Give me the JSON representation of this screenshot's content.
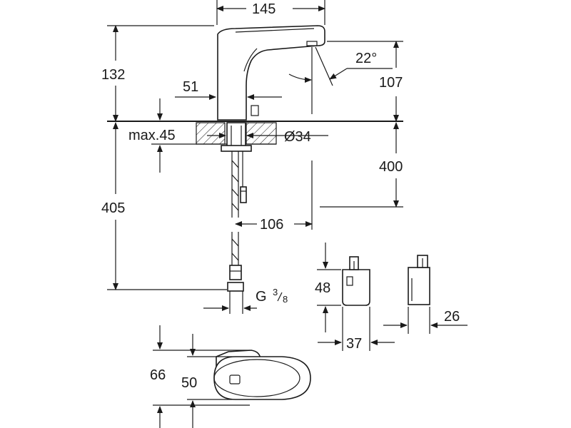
{
  "dimensions": {
    "width_top": "145",
    "height_total": "132",
    "spout_height": "107",
    "angle": "22°",
    "base_offset": "51",
    "max_thickness": "max.45",
    "hole_diameter": "Ø34",
    "hose_length_400": "400",
    "hose_length_405": "405",
    "offset_106": "106",
    "thread_main": "G",
    "thread_sup": "3",
    "thread_sub": "8",
    "box_height": "48",
    "box_width": "37",
    "box_depth": "26",
    "lever_66": "66",
    "lever_50": "50"
  }
}
